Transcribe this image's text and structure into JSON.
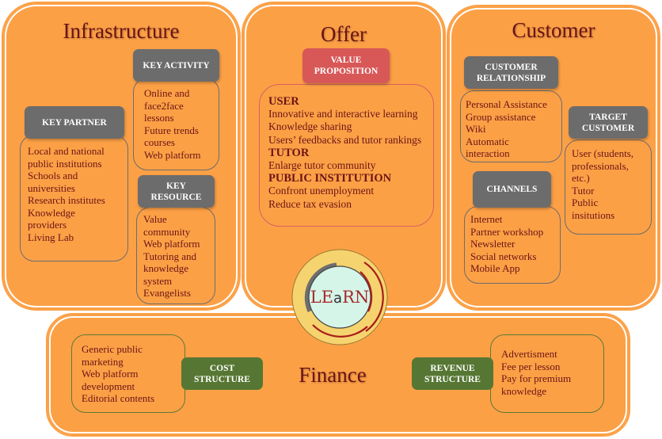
{
  "colors": {
    "panel": "#fca046",
    "title_text": "#6b1416",
    "header_gray": "#6c6c6c",
    "header_red": "#d85858",
    "header_green": "#567733",
    "logo_ring": "#f5d36e",
    "logo_center": "#d5f5e8",
    "logo_arc": "#a81b1b"
  },
  "panels": {
    "infrastructure": {
      "title": "Infrastructure",
      "key_partner": {
        "label": "KEY PARTNER",
        "items": [
          "Local and national",
          "public institutions",
          "Schools and",
          "universities",
          "Research institutes",
          "Knowledge",
          "providers",
          "Living Lab"
        ]
      },
      "key_activity": {
        "label": "KEY ACTIVITY",
        "items": [
          "Online and",
          "face2face",
          "lessons",
          "Future trends",
          "courses",
          "Web platform"
        ]
      },
      "key_resource": {
        "label_line1": "KEY",
        "label_line2": "RESOURCE",
        "items": [
          "Value",
          "community",
          "Web platform",
          "Tutoring and",
          "knowledge",
          "system",
          "Evangelists"
        ]
      }
    },
    "offer": {
      "title": "Offer",
      "value_proposition": {
        "label_line1": "VALUE",
        "label_line2": "PROPOSITION",
        "items": [
          {
            "text": "USER",
            "bold": true
          },
          {
            "text": "Innovative and interactive learning",
            "bold": false
          },
          {
            "text": "Knowledge sharing",
            "bold": false
          },
          {
            "text": "Users’ feedbacks and tutor rankings",
            "bold": false
          },
          {
            "text": "TUTOR",
            "bold": true
          },
          {
            "text": "Enlarge tutor community",
            "bold": false
          },
          {
            "text": "PUBLIC INSTITUTION",
            "bold": true
          },
          {
            "text": "Confront unemployment",
            "bold": false
          },
          {
            "text": "Reduce tax evasion",
            "bold": false
          }
        ]
      }
    },
    "customer": {
      "title": "Customer",
      "customer_relationship": {
        "label_line1": "CUSTOMER",
        "label_line2": "RELATIONSHIP",
        "items": [
          "Personal Assistance",
          "Group assistance",
          "Wiki",
          "Automatic",
          "interaction"
        ]
      },
      "target_customer": {
        "label_line1": "TARGET",
        "label_line2": "CUSTOMER",
        "items": [
          "User (students,",
          "professionals,",
          "etc.)",
          "Tutor",
          "Public",
          "insitutions"
        ]
      },
      "channels": {
        "label": "CHANNELS",
        "items": [
          "Internet",
          "Partner workshop",
          "Newsletter",
          "Social networks",
          "Mobile App"
        ]
      }
    },
    "finance": {
      "title": "Finance",
      "cost_structure": {
        "label_line1": "COST",
        "label_line2": "STRUCTURE",
        "items": [
          "Generic public",
          "marketing",
          "Web platform",
          "development",
          "Editorial contents"
        ]
      },
      "revenue_structure": {
        "label_line1": "REVENUE",
        "label_line2": "STRUCTURE",
        "items": [
          "Advertisment",
          "Fee per lesson",
          "Pay for premium",
          "knowledge"
        ]
      }
    }
  },
  "logo": {
    "text_part1": "LE",
    "text_part2": "a",
    "text_part3": "RN"
  }
}
